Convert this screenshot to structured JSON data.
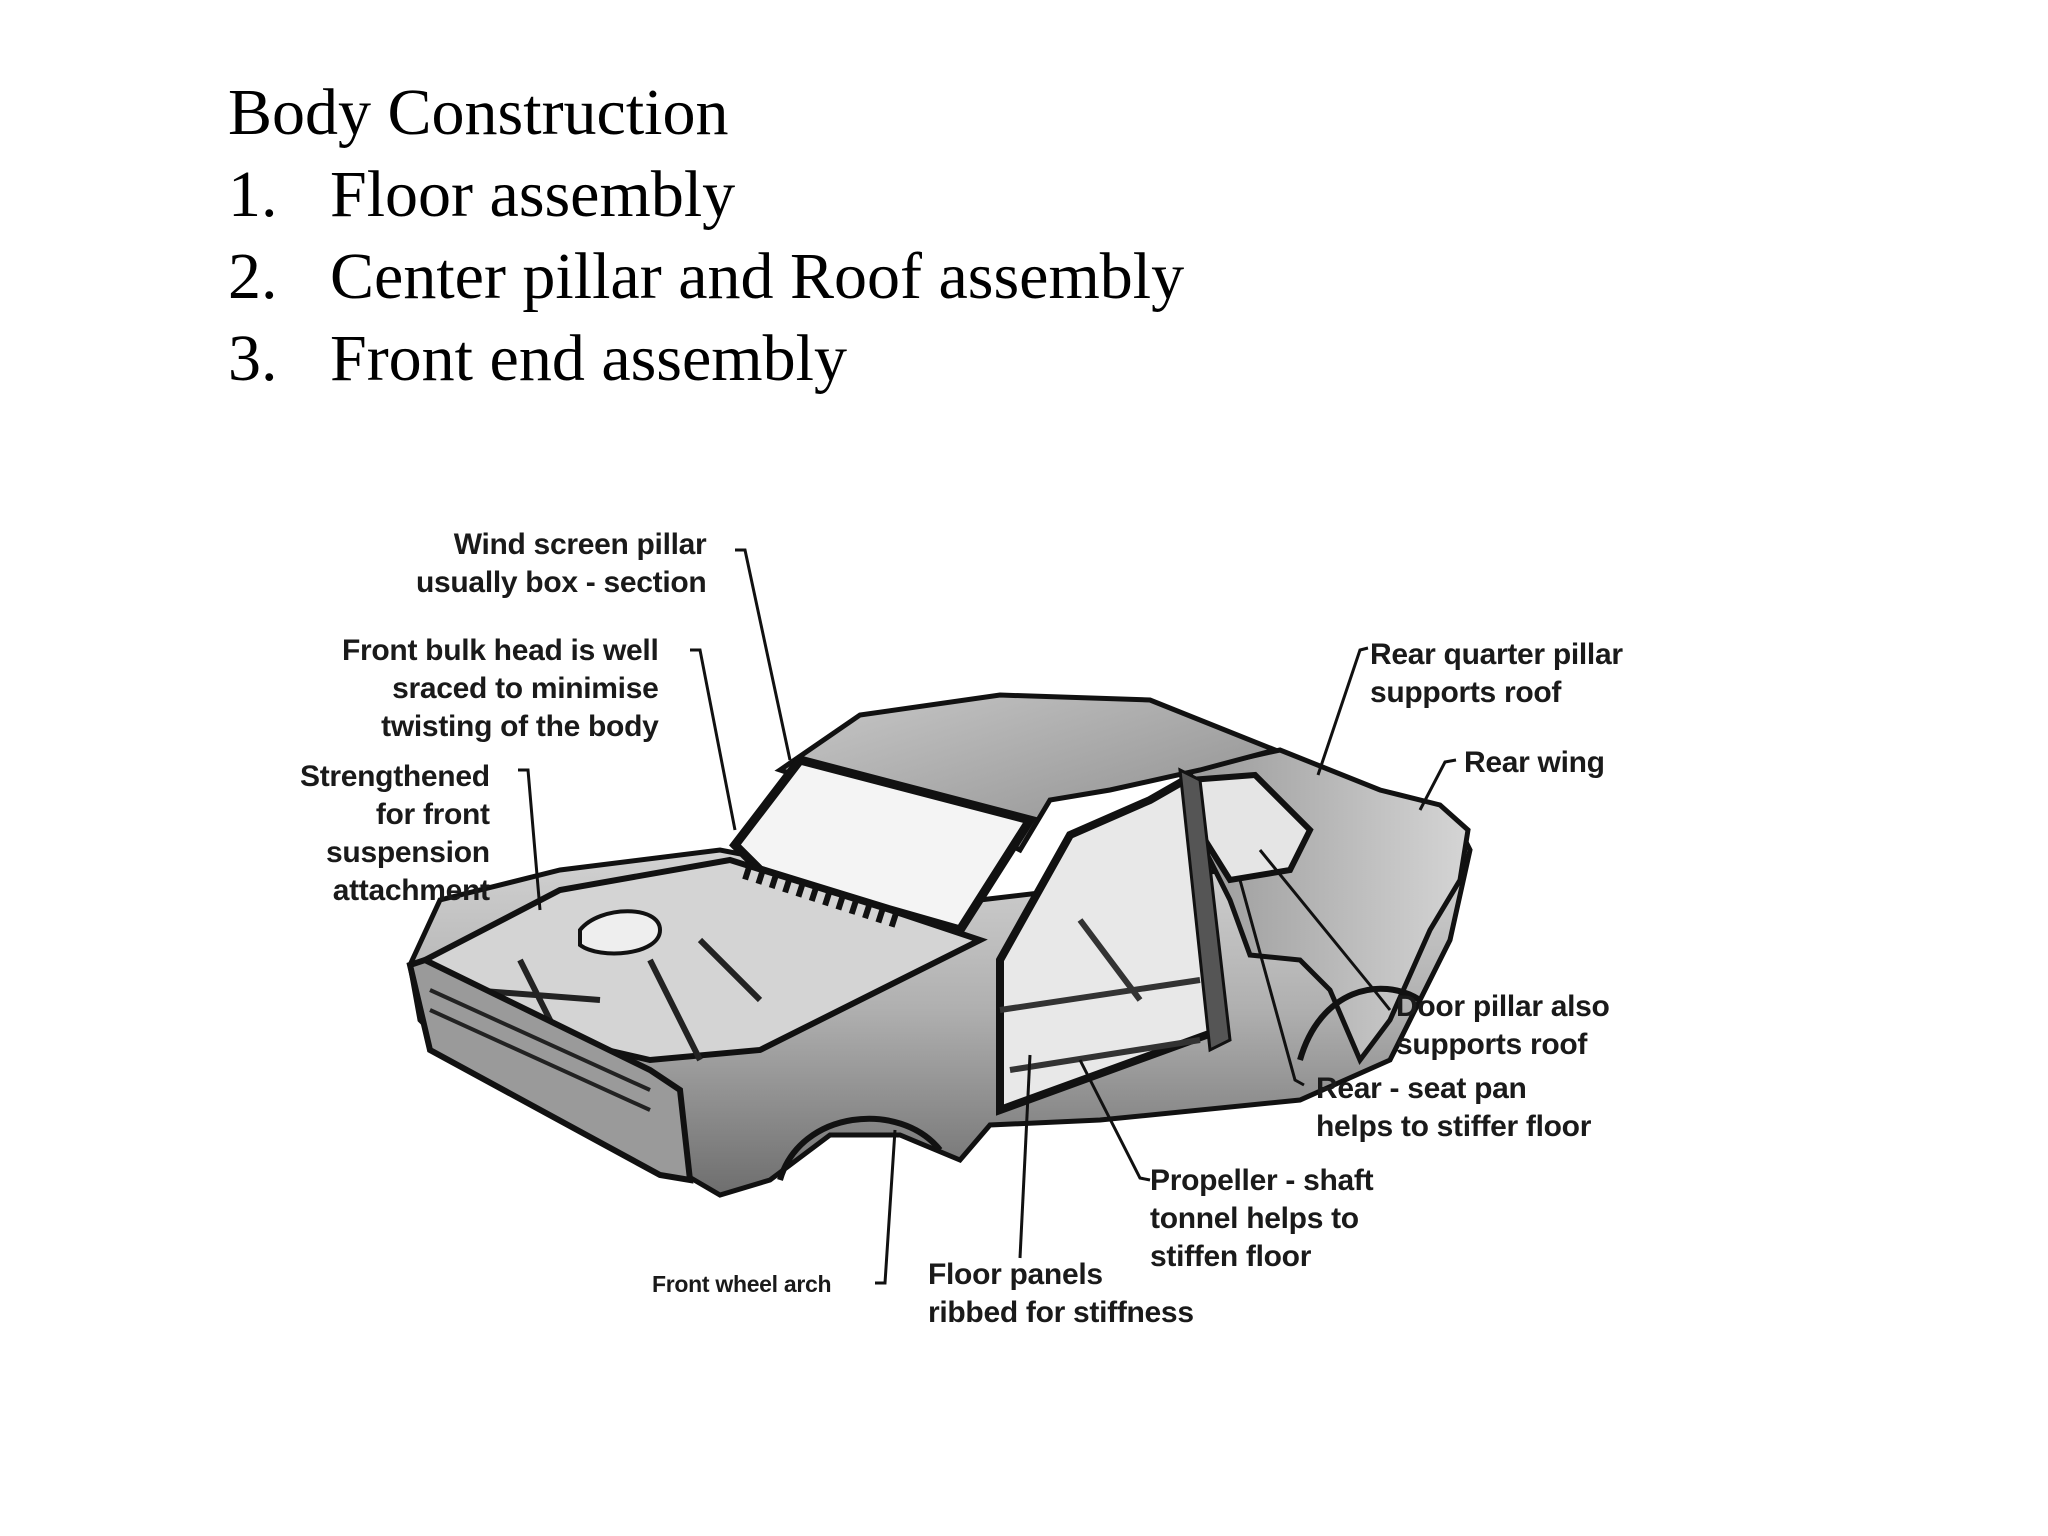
{
  "slide": {
    "title": "Body Construction",
    "items": [
      {
        "num": "1.",
        "text": "Floor assembly"
      },
      {
        "num": "2.",
        "text": "Center pillar and Roof assembly"
      },
      {
        "num": "3.",
        "text": "Front end assembly"
      }
    ]
  },
  "diagram": {
    "labels": {
      "wind_screen_pillar": [
        "Wind screen pillar",
        "usually box - section"
      ],
      "front_bulk_head": [
        "Front bulk head is well",
        "sraced to minimise",
        "twisting of the body"
      ],
      "strengthened": [
        "Strengthened",
        "for front",
        "suspension",
        "attachment"
      ],
      "rear_quarter_pillar": [
        "Rear quarter pillar",
        "supports roof"
      ],
      "rear_wing": [
        "Rear wing"
      ],
      "door_pillar": [
        "Door pillar also",
        "supports roof"
      ],
      "rear_seat_pan": [
        "Rear - seat pan",
        "helps to stiffer floor"
      ],
      "propeller_shaft": [
        "Propeller - shaft",
        "tonnel helps to",
        "stiffen floor"
      ],
      "front_wheel_arch": [
        "Front wheel arch"
      ],
      "floor_panels": [
        "Floor panels",
        "ribbed for stiffness"
      ]
    }
  }
}
